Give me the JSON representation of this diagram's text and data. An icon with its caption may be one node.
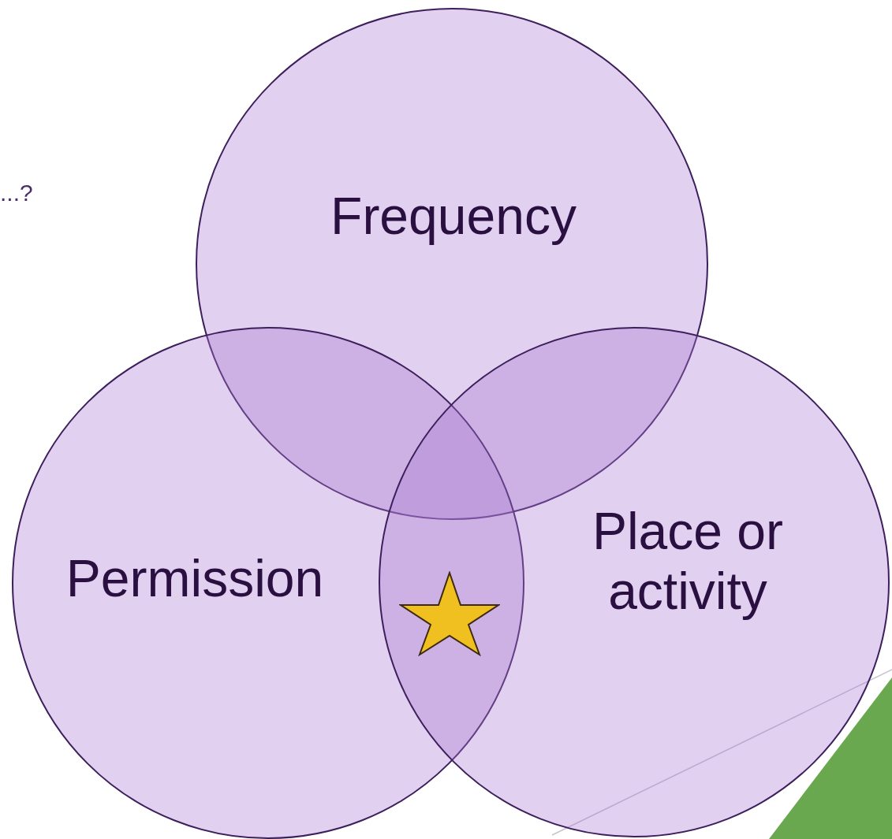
{
  "diagram": {
    "nodes": [
      {
        "text": [
          "Frequency"
        ]
      },
      {
        "text": [
          "Permission"
        ]
      },
      {
        "text": [
          "Place or activity"
        ]
      }
    ],
    "labels": [
      "...?"
    ]
  }
}
